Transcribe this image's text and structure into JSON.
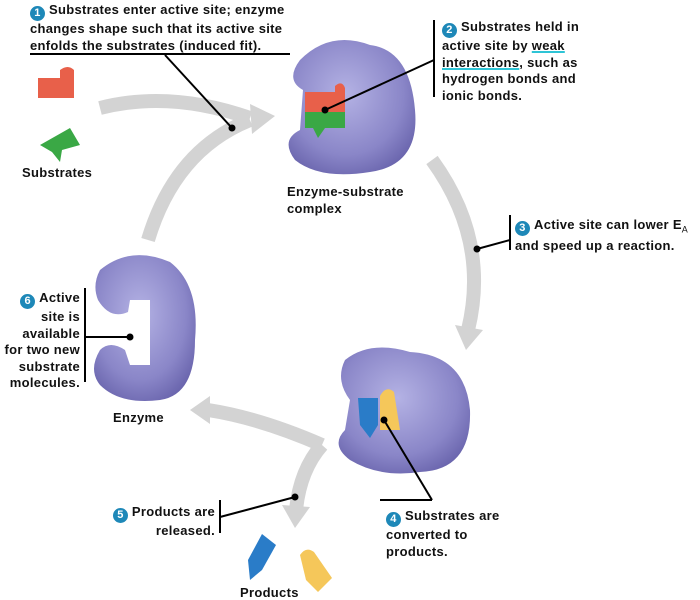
{
  "steps": [
    {
      "number": "1",
      "lines": [
        "Substrates enter active site; enzyme",
        "changes shape such that its active site",
        "enfolds the substrates (induced fit)."
      ]
    },
    {
      "number": "2",
      "lines": [
        "Substrates held in",
        "active site by ",
        "weak",
        "interactions",
        ", such as",
        "hydrogen bonds and",
        "ionic bonds."
      ]
    },
    {
      "number": "3",
      "lines": [
        "Active site can lower E",
        "A",
        "and speed up a reaction."
      ]
    },
    {
      "number": "4",
      "lines": [
        "Substrates are",
        "converted to",
        "products."
      ]
    },
    {
      "number": "5",
      "lines": [
        "Products are",
        "released."
      ]
    },
    {
      "number": "6",
      "lines": [
        "Active",
        "site is",
        "available",
        "for two new",
        "substrate",
        "molecules."
      ]
    }
  ],
  "labels": {
    "substrates": "Substrates",
    "complex_line1": "Enzyme-substrate",
    "complex_line2": "complex",
    "enzyme": "Enzyme",
    "products": "Products"
  },
  "colors": {
    "enzyme": "#8a86c8",
    "substrate_red": "#e8604a",
    "substrate_green": "#3aa845",
    "product_blue": "#2a7cc8",
    "product_yellow": "#f5c75a",
    "arrow": "#d0d0d0",
    "step_badge": "#1e88b8",
    "keyword_underline": "#2ec4d6"
  }
}
